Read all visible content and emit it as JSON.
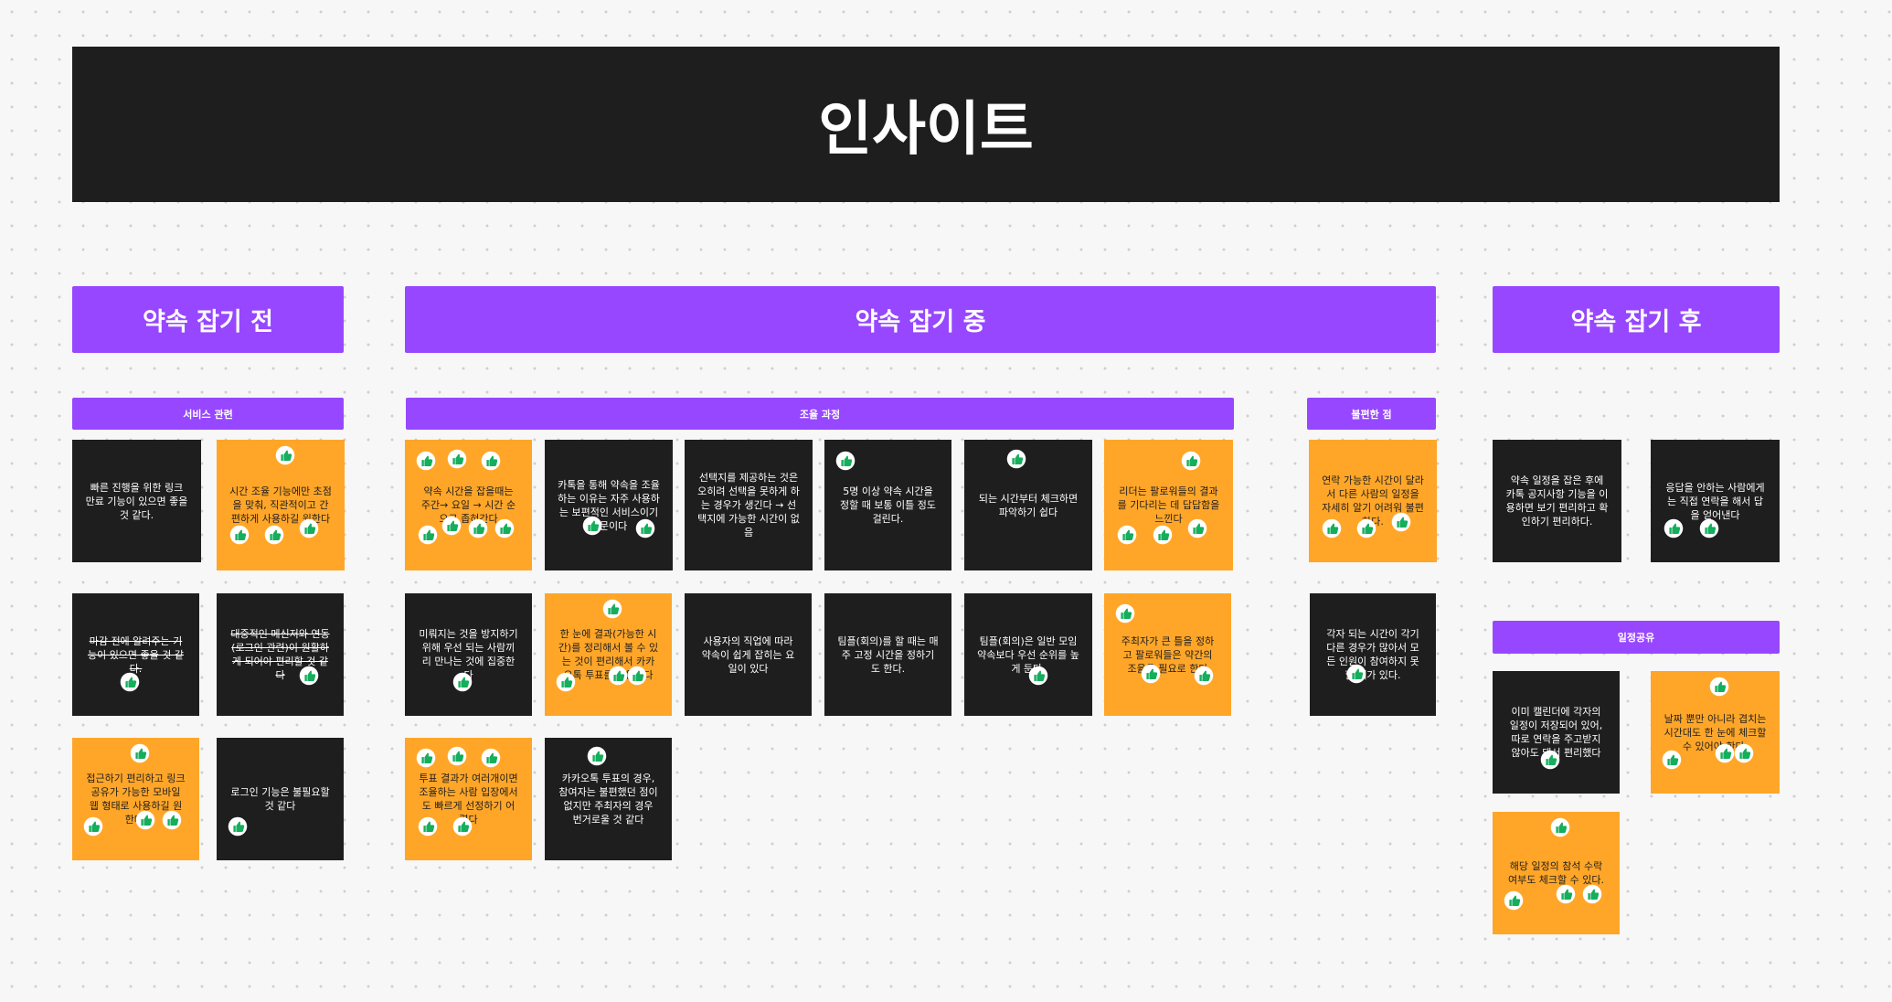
{
  "board": {
    "title": "인사이트",
    "sections": {
      "before": "약속 잡기 전",
      "during": "약속 잡기 중",
      "after": "약속 잡기 후"
    },
    "subsections": {
      "service": "서비스 관련",
      "coordination": "조율 과정",
      "inconvenience": "불편한 점",
      "schedule_share": "일정공유"
    },
    "notes": [
      {
        "text": "빠른 진행을 위한 링크 만료 기능이 있으면 좋을 것 같다.",
        "color": "dark",
        "likes": 0
      },
      {
        "text": "시간 조율 기능에만 초점을 맞춰, 직관적이고 간편하게 사용하길 원한다",
        "color": "orange",
        "likes": 4
      },
      {
        "text": "마감 전에 알려주는 기능이 있으면 좋을 것 같다.",
        "color": "dark",
        "likes": 1,
        "strike": true
      },
      {
        "text": "대중적인 메신저와 연동(로그인 관련)이 원활하게 되어야 편리할 것 같다",
        "color": "dark",
        "likes": 1,
        "strike": true
      },
      {
        "text": "접근하기 편리하고 링크 공유가 가능한 모바일 웹 형태로 사용하길 원한다.",
        "color": "orange",
        "likes": 4
      },
      {
        "text": "로그인 기능은 불필요할 것 같다",
        "color": "dark",
        "likes": 1
      },
      {
        "text": "약속 시간을 잡을때는 주간→ 요일 → 시간 순으로 좁혀간다",
        "color": "orange",
        "likes": 7
      },
      {
        "text": "카톡을 통해 약속을 조율하는 이유는 자주 사용하는 보편적인 서비스이기 때문이다",
        "color": "dark",
        "likes": 2
      },
      {
        "text": "선택지를 제공하는 것은 오히려 선택을 못하게 하는 경우가 생긴다 → 선택지에 가능한 시간이 없음",
        "color": "dark",
        "likes": 0
      },
      {
        "text": "5명 이상 약속 시간을 정할 때 보통 이틀 정도 걸린다.",
        "color": "dark",
        "likes": 1
      },
      {
        "text": "되는 시간부터 체크하면 파악하기 쉽다",
        "color": "dark",
        "likes": 1
      },
      {
        "text": "리더는 팔로워들의 결과를 기다리는 데 답답함을 느낀다",
        "color": "orange",
        "likes": 4
      },
      {
        "text": "연락 가능한 시간이 달라서 다른 사람의 일정을 자세히 알기 어려워 불편하다.",
        "color": "orange",
        "likes": 3
      },
      {
        "text": "미뤄지는 것을 방지하기 위해 우선 되는 사람끼리 만나는 것에 집중한다",
        "color": "dark",
        "likes": 1
      },
      {
        "text": "한 눈에 결과(가능한 시간)를 정리해서 볼 수 있는 것이 편리해서 카카오톡 투표를 사용한다",
        "color": "orange",
        "likes": 4
      },
      {
        "text": "사용자의 직업에 따라 약속이 쉽게 잡히는 요일이 있다",
        "color": "dark",
        "likes": 0
      },
      {
        "text": "팀플(회의)를 할 때는 매주 고정 시간을 정하기도 한다.",
        "color": "dark",
        "likes": 0
      },
      {
        "text": "팀플(회의)은 일반 모임 약속보다 우선 순위를 높게 둔다.",
        "color": "dark",
        "likes": 1
      },
      {
        "text": "주최자가 큰 틀을 정하고 팔로워들은 약간의 조율을 필요로 한다",
        "color": "orange",
        "likes": 3
      },
      {
        "text": "각자 되는 시간이 각기 다른 경우가 많아서 모든 인원이 참여하지 못할 때가 있다.",
        "color": "dark",
        "likes": 1
      },
      {
        "text": "투표 결과가 여러개이면 조율하는 사람 입장에서도 빠르게 선정하기 어렵다",
        "color": "orange",
        "likes": 5
      },
      {
        "text": "카카오톡 투표의 경우, 참여자는 불편했던 점이 없지만 주최자의 경우 번거로울 것 같다",
        "color": "dark",
        "likes": 1
      },
      {
        "text": "약속 일정을 잡은 후에 카톡 공지사항 기능을 이용하면 보기 편리하고 확인하기 편리하다.",
        "color": "dark",
        "likes": 0
      },
      {
        "text": "응답을 안하는 사람에게는 직접 연락을 해서 답을 얻어낸다",
        "color": "dark",
        "likes": 2
      },
      {
        "text": "이미 캘린더에 각자의 일정이 저장되어 있어, 따로 연락을 주고받지 않아도 돼서 편리했다",
        "color": "dark",
        "likes": 1
      },
      {
        "text": "날짜 뿐만 아니라 겹치는 시간대도 한 눈에 체크할 수 있어야 한다.",
        "color": "orange",
        "likes": 4
      },
      {
        "text": "해당 일정의 참석 수락 여부도 체크할 수 있다.",
        "color": "orange",
        "likes": 4
      }
    ]
  },
  "colors": {
    "dark": "#1e1e1e",
    "orange": "#ffa629",
    "purple": "#9747ff",
    "thumb": "#14ae5c"
  },
  "icons": {
    "like": "thumbs-up-icon"
  }
}
